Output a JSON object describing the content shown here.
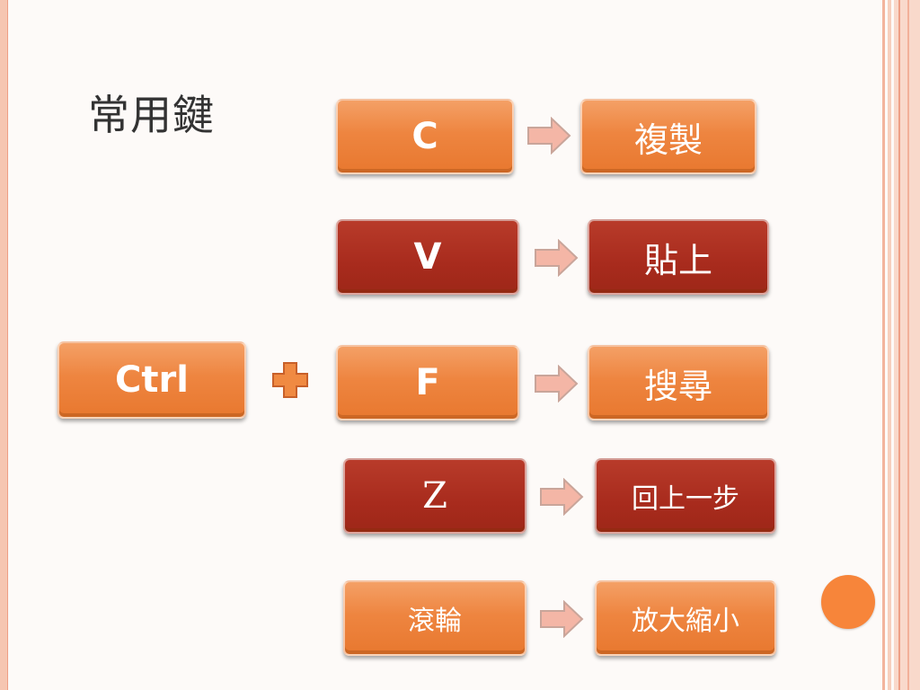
{
  "title": "常用鍵",
  "modifier_key": "Ctrl",
  "plus_icon": "plus-icon",
  "arrow_icon": "arrow-right-icon",
  "shortcuts": [
    {
      "key": "C",
      "action": "複製"
    },
    {
      "key": "V",
      "action": "貼上"
    },
    {
      "key": "F",
      "action": "搜尋"
    },
    {
      "key": "Z",
      "action": "回上一步"
    },
    {
      "key": "滾輪",
      "action": "放大縮小"
    }
  ],
  "colors": {
    "orange": "#ee8540",
    "dark_red": "#a82b1d",
    "arrow": "#f4b6a6",
    "accent_circle": "#f7853a"
  }
}
